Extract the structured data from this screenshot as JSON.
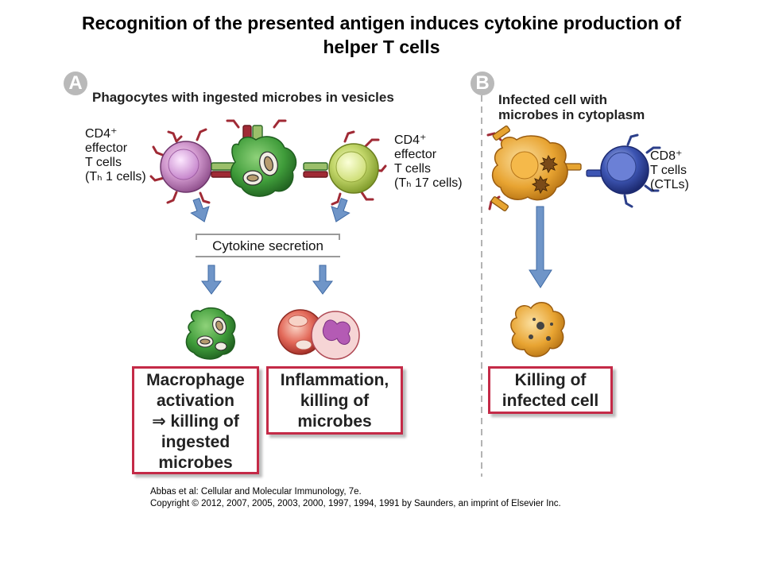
{
  "title": {
    "line1": "Recognition of the presented antigen induces cytokine production of",
    "line2": "helper T cells"
  },
  "panel_a": {
    "letter": "A",
    "heading": "Phagocytes with ingested microbes in vesicles",
    "left_label": [
      "CD4⁺",
      "effector",
      "T cells",
      "(Tₕ 1 cells)"
    ],
    "right_label": [
      "CD4⁺",
      "effector",
      "T cells",
      "(Tₕ 17 cells)"
    ],
    "cytokine_box": "Cytokine secretion",
    "outcome_left": [
      "Macrophage",
      "activation",
      "⇒ killing of",
      "ingested",
      "microbes"
    ],
    "outcome_right": [
      "Inflammation,",
      "killing of",
      "microbes"
    ]
  },
  "panel_b": {
    "letter": "B",
    "heading": [
      "Infected cell with",
      "microbes in cytoplasm"
    ],
    "cell_label": [
      "CD8⁺",
      "T cells",
      "(CTLs)"
    ],
    "outcome": [
      "Killing of",
      "infected cell"
    ]
  },
  "citation": {
    "line1": "Abbas et al: Cellular and Molecular Immunology, 7e.",
    "line2": "Copyright © 2012, 2007, 2005, 2003, 2000, 1997, 1994, 1991 by Saunders, an imprint of Elsevier Inc."
  },
  "colors": {
    "outcome_border": "#c42a47",
    "arrow_blue": "#6f95c8",
    "th1_cell": "#c98bc6",
    "th17_cell": "#b9d25a",
    "macrophage": "#3f9c3a",
    "infected_cell": "#e7a430",
    "ctl": "#3d55b3",
    "receptor": "#a02a35"
  }
}
